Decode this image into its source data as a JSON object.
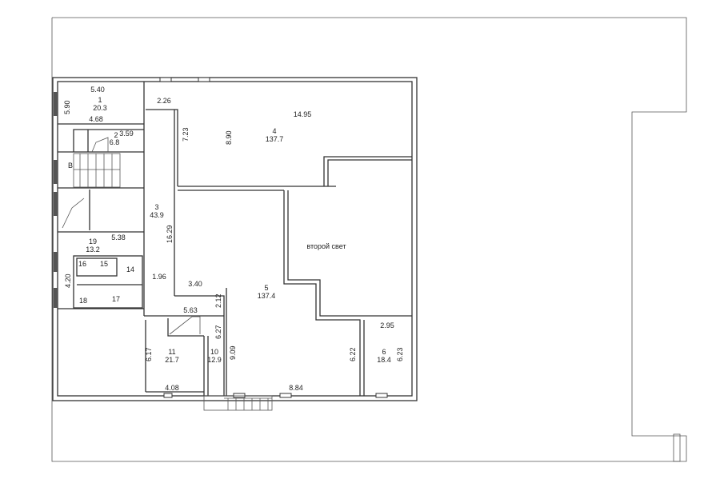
{
  "plan": {
    "rooms": [
      {
        "number": "1",
        "area": "20.3"
      },
      {
        "number": "2",
        "area": "6.8"
      },
      {
        "number": "3",
        "area": "43.9"
      },
      {
        "number": "4",
        "area": "137.7"
      },
      {
        "number": "5",
        "area": "137.4"
      },
      {
        "number": "6",
        "area": "18.4"
      },
      {
        "number": "10",
        "area": "12.9"
      },
      {
        "number": "11",
        "area": "21.7"
      },
      {
        "number": "19",
        "area": "13.2"
      }
    ],
    "small_rooms": [
      "14",
      "15",
      "16",
      "17",
      "18"
    ],
    "stair_label": "B",
    "second_light_label": "второй свет",
    "dimensions": [
      "5.40",
      "5.90",
      "4.68",
      "3.59",
      "2.26",
      "7.23",
      "8.90",
      "14.95",
      "16.29",
      "5.38",
      "4.20",
      "1.96",
      "3.40",
      "2.12",
      "5.63",
      "6.27",
      "9.09",
      "6.17",
      "4.08",
      "8.84",
      "6.22",
      "2.95",
      "6.23"
    ]
  }
}
